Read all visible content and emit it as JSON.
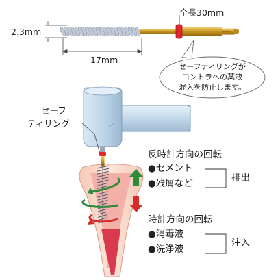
{
  "dimensions": {
    "total_length": "全長30mm",
    "diameter": "2.3mm",
    "brush_length": "17mm"
  },
  "callout": {
    "line1": "セーフティリングが",
    "line2": "コントラへの薬液",
    "line3": "混入を防止します。"
  },
  "safety_ring_label": {
    "line1": "セーフ",
    "line2": "ティリング"
  },
  "counterclockwise": {
    "heading": "反時計方向の回転",
    "items": [
      "●セメント",
      "●残屑など"
    ],
    "result": "排出",
    "arrow_color": "#2e8b3a"
  },
  "clockwise": {
    "heading": "時計方向の回転",
    "items": [
      "●消毒液",
      "●洗浄液"
    ],
    "result": "注入",
    "arrow_color": "#d62b2b"
  },
  "colors": {
    "safety_ring": "#e0262e",
    "shank_gold": "#d4a22c",
    "handpiece_blue": "#c8dcec",
    "brush_bristle": "#b9c3d0",
    "root_canal": "#d93a4f"
  }
}
